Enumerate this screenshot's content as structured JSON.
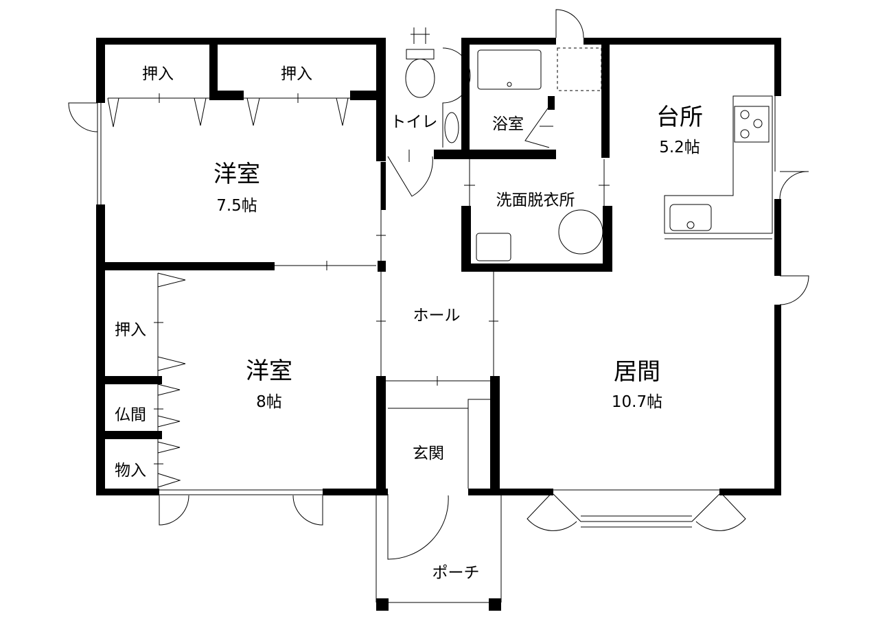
{
  "rooms": {
    "western_room_1": {
      "name": "洋室",
      "area": "7.5帖"
    },
    "western_room_2": {
      "name": "洋室",
      "area": "8帖"
    },
    "kitchen": {
      "name": "台所",
      "area": "5.2帖"
    },
    "living": {
      "name": "居間",
      "area": "10.7帖"
    },
    "toilet": {
      "name": "トイレ"
    },
    "bathroom": {
      "name": "浴室"
    },
    "washroom": {
      "name": "洗面脱衣所"
    },
    "hall": {
      "name": "ホール"
    },
    "entrance": {
      "name": "玄関"
    },
    "porch": {
      "name": "ポーチ"
    },
    "closet_top_left": {
      "name": "押入"
    },
    "closet_top_mid": {
      "name": "押入"
    },
    "closet_left": {
      "name": "押入"
    },
    "butsuma": {
      "name": "仏間"
    },
    "storage": {
      "name": "物入"
    }
  }
}
